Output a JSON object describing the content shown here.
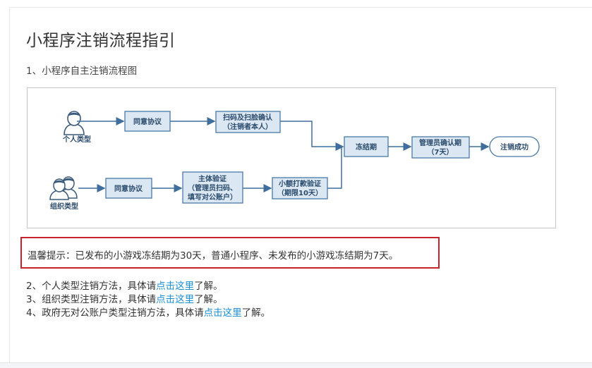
{
  "page": {
    "title": "小程序注销流程指引",
    "section1": "1、小程序自主注销流程图"
  },
  "flowchart": {
    "personal_type": "个人类型",
    "org_type": "组织类型",
    "p_agree": "同意协议",
    "p_scan_line1": "扫码及扫脸确认",
    "p_scan_line2": "（注销者本人）",
    "o_agree": "同意协议",
    "o_verify_line1": "主体验证",
    "o_verify_line2": "（管理员扫码、",
    "o_verify_line3": "填写对公账户）",
    "o_pay_line1": "小额打款验证",
    "o_pay_line2": "（期限10天）",
    "freeze": "冻结期",
    "admin_confirm_line1": "管理员确认期",
    "admin_confirm_line2": "（7天）",
    "success": "注销成功"
  },
  "notice": {
    "text": "温馨提示：已发布的小游戏冻结期为30天，普通小程序、未发布的小游戏冻结期为7天。"
  },
  "methods": [
    {
      "prefix": "2、个人类型注销方法，具体请",
      "link": "点击这里",
      "suffix": "了解。"
    },
    {
      "prefix": "3、组织类型注销方法，具体请",
      "link": "点击这里",
      "suffix": "了解。"
    },
    {
      "prefix": "4、政府无对公账户类型注销方法，具体请",
      "link": "点击这里",
      "suffix": "了解。"
    }
  ],
  "colors": {
    "box_fill": "#dbe8f4",
    "box_stroke": "#4a78a8",
    "arrow": "#3f6e9e",
    "notice_border": "#c8232c",
    "link": "#1a8fd6"
  }
}
